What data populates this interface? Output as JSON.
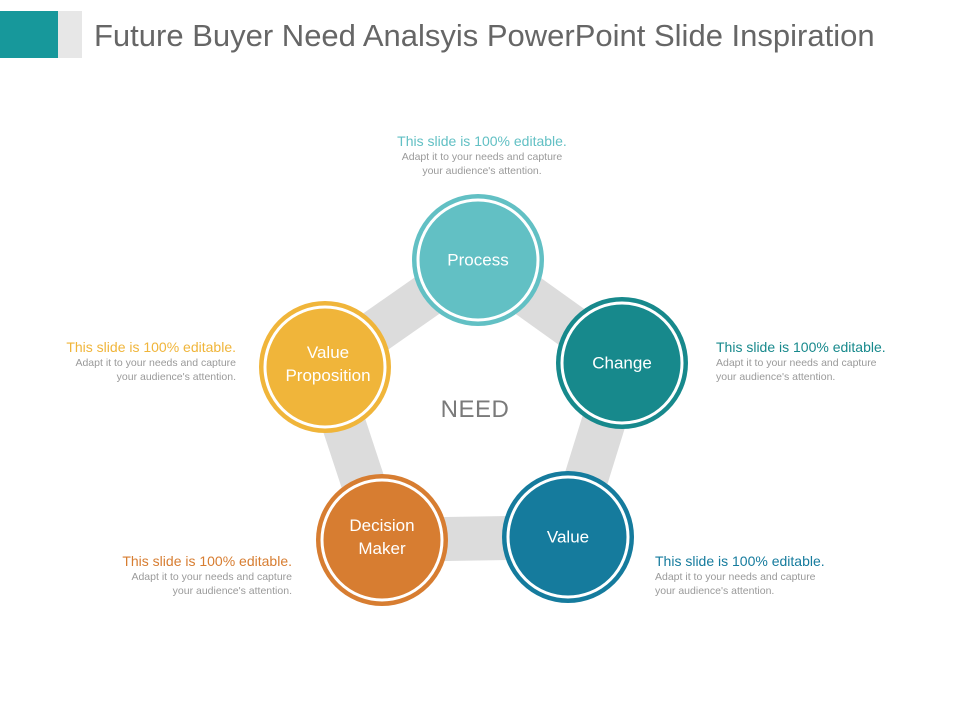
{
  "title": "Future Buyer Need Analsyis PowerPoint Slide Inspiration",
  "center_label": "NEED",
  "colors": {
    "connector": "#dcdcdc",
    "process": "#62c0c4",
    "change": "#17898c",
    "value": "#157b9d",
    "decision": "#d77d31",
    "proposition": "#f0b53a",
    "title": "#666666"
  },
  "nodes": {
    "process": {
      "label": "Process"
    },
    "change": {
      "label": "Change"
    },
    "value": {
      "label": "Value"
    },
    "decision": {
      "line1": "Decision",
      "line2": "Maker"
    },
    "proposition": {
      "line1": "Value",
      "line2": "Proposition"
    }
  },
  "notes": {
    "top": {
      "head": "This slide is 100% editable.",
      "line1": "Adapt it to your needs and capture",
      "line2": "your audience's attention."
    },
    "left": {
      "head": "This slide is 100% editable.",
      "line1": "Adapt it to your needs and capture",
      "line2": "your audience's attention."
    },
    "right": {
      "head": "This slide is 100% editable.",
      "line1": "Adapt it to your needs and capture",
      "line2": "your audience's attention."
    },
    "bottom_left": {
      "head": "This slide is 100% editable.",
      "line1": "Adapt it to your needs and capture",
      "line2": "your audience's attention."
    },
    "bottom_right": {
      "head": "This slide is 100% editable.",
      "line1": "Adapt it to your needs and capture",
      "line2": "your audience's attention."
    }
  }
}
